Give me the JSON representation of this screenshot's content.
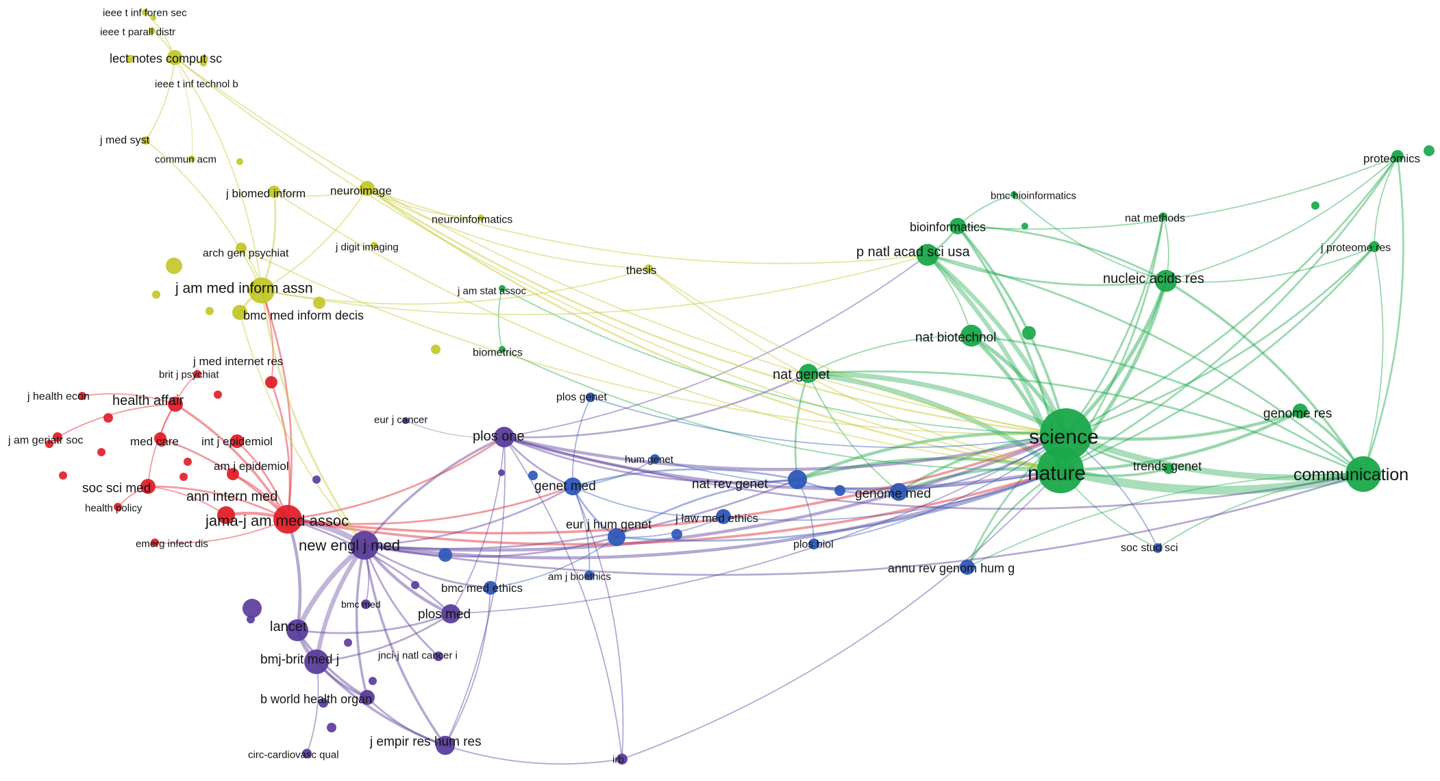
{
  "clusters": {
    "yellow": "#c3c72a",
    "green": "#1aa84a",
    "blue": "#2e57b8",
    "purple": "#5b3d9c",
    "red": "#e0202a"
  },
  "nodes": [
    {
      "id": "ieee-t-inf-foren-sec",
      "label": "ieee t inf foren sec",
      "cluster": "yellow",
      "size": 5
    },
    {
      "id": "ieee-t-parall-distr",
      "label": "ieee t parall distr",
      "cluster": "yellow",
      "size": 5
    },
    {
      "id": "lect-notes-comput-sc",
      "label": "lect notes comput sc",
      "cluster": "yellow",
      "size": 11
    },
    {
      "id": "ieee-t-inf-technol-b",
      "label": "ieee t inf technol b",
      "cluster": "yellow",
      "size": 5
    },
    {
      "id": "j-med-syst",
      "label": "j med syst",
      "cluster": "yellow",
      "size": 6
    },
    {
      "id": "commun-acm",
      "label": "commun acm",
      "cluster": "yellow",
      "size": 5
    },
    {
      "id": "j-biomed-inform",
      "label": "j biomed inform",
      "cluster": "yellow",
      "size": 9
    },
    {
      "id": "neuroimage",
      "label": "neuroimage",
      "cluster": "yellow",
      "size": 11
    },
    {
      "id": "neuroinformatics",
      "label": "neuroinformatics",
      "cluster": "yellow",
      "size": 5
    },
    {
      "id": "j-digit-imaging",
      "label": "j digit imaging",
      "cluster": "yellow",
      "size": 5
    },
    {
      "id": "arch-gen-psychiat",
      "label": "arch gen psychiat",
      "cluster": "yellow",
      "size": 8
    },
    {
      "id": "j-am-med-inform-assn",
      "label": "j am med inform assn",
      "cluster": "yellow",
      "size": 19
    },
    {
      "id": "bmc-med-inform-decis",
      "label": "bmc med inform decis",
      "cluster": "yellow",
      "size": 11
    },
    {
      "id": "thesis",
      "label": "thesis",
      "cluster": "yellow",
      "size": 6
    },
    {
      "id": "j-am-stat-assoc",
      "label": "j am stat assoc",
      "cluster": "green",
      "size": 5
    },
    {
      "id": "biometrics",
      "label": "biometrics",
      "cluster": "green",
      "size": 5
    },
    {
      "id": "proteomics",
      "label": "proteomics",
      "cluster": "green",
      "size": 9
    },
    {
      "id": "bmc-bioinformatics",
      "label": "bmc bioinformatics",
      "cluster": "green",
      "size": 5
    },
    {
      "id": "nat-methods",
      "label": "nat methods",
      "cluster": "green",
      "size": 6
    },
    {
      "id": "bioinformatics",
      "label": "bioinformatics",
      "cluster": "green",
      "size": 12
    },
    {
      "id": "p-natl-acad-sci-usa",
      "label": "p natl acad sci usa",
      "cluster": "green",
      "size": 16
    },
    {
      "id": "j-proteome-res",
      "label": "j proteome res",
      "cluster": "green",
      "size": 8
    },
    {
      "id": "nucleic-acids-res",
      "label": "nucleic acids res",
      "cluster": "green",
      "size": 16
    },
    {
      "id": "nat-biotechnol",
      "label": "nat biotechnol",
      "cluster": "green",
      "size": 16
    },
    {
      "id": "nat-genet",
      "label": "nat genet",
      "cluster": "green",
      "size": 14
    },
    {
      "id": "genome-res",
      "label": "genome res",
      "cluster": "green",
      "size": 11
    },
    {
      "id": "science",
      "label": "science",
      "cluster": "green",
      "size": 38
    },
    {
      "id": "nature",
      "label": "nature",
      "cluster": "green",
      "size": 34
    },
    {
      "id": "trends-genet",
      "label": "trends genet",
      "cluster": "green",
      "size": 8
    },
    {
      "id": "communication",
      "label": "communication",
      "cluster": "green",
      "size": 26
    },
    {
      "id": "plos-genet",
      "label": "plos genet",
      "cluster": "blue",
      "size": 7
    },
    {
      "id": "hum-genet",
      "label": "hum genet",
      "cluster": "blue",
      "size": 7
    },
    {
      "id": "genet-med",
      "label": "genet med",
      "cluster": "blue",
      "size": 13
    },
    {
      "id": "nat-rev-genet",
      "label": "nat rev genet",
      "cluster": "blue",
      "size": 14
    },
    {
      "id": "genome-med",
      "label": "genome med",
      "cluster": "blue",
      "size": 13
    },
    {
      "id": "eur-j-hum-genet",
      "label": "eur j hum genet",
      "cluster": "blue",
      "size": 13
    },
    {
      "id": "j-law-med-ethics",
      "label": "j law med ethics",
      "cluster": "blue",
      "size": 11
    },
    {
      "id": "plos-biol",
      "label": "plos biol",
      "cluster": "blue",
      "size": 8
    },
    {
      "id": "soc-stud-sci",
      "label": "soc stud sci",
      "cluster": "blue",
      "size": 7
    },
    {
      "id": "annu-rev-genom-hum-g",
      "label": "annu rev genom hum g",
      "cluster": "blue",
      "size": 11
    },
    {
      "id": "am-j-bioethics",
      "label": "am j bioethics",
      "cluster": "blue",
      "size": 7
    },
    {
      "id": "bmc-med-ethics",
      "label": "bmc med ethics",
      "cluster": "blue",
      "size": 10
    },
    {
      "id": "plos-one",
      "label": "plos one",
      "cluster": "purple",
      "size": 15
    },
    {
      "id": "eur-j-cancer",
      "label": "eur j cancer",
      "cluster": "purple",
      "size": 5
    },
    {
      "id": "new-engl-j-med",
      "label": "new engl j med",
      "cluster": "purple",
      "size": 21
    },
    {
      "id": "lancet",
      "label": "lancet",
      "cluster": "purple",
      "size": 16
    },
    {
      "id": "bmc-med",
      "label": "bmc med",
      "cluster": "purple",
      "size": 7
    },
    {
      "id": "plos-med",
      "label": "plos med",
      "cluster": "purple",
      "size": 14
    },
    {
      "id": "bmj-brit-med-j",
      "label": "bmj-brit med j",
      "cluster": "purple",
      "size": 18
    },
    {
      "id": "jnci-j-natl-cancer-i",
      "label": "jnci-j natl cancer i",
      "cluster": "purple",
      "size": 7
    },
    {
      "id": "b-world-health-organ",
      "label": "b world health organ",
      "cluster": "purple",
      "size": 11
    },
    {
      "id": "j-empir-res-hum-res",
      "label": "j empir res hum res",
      "cluster": "purple",
      "size": 14
    },
    {
      "id": "circ-cardiovasc-qual",
      "label": "circ-cardiovasc qual",
      "cluster": "purple",
      "size": 7
    },
    {
      "id": "irb",
      "label": "irb",
      "cluster": "purple",
      "size": 8
    },
    {
      "id": "j-med-internet-res",
      "label": "j med internet res",
      "cluster": "red",
      "size": 9
    },
    {
      "id": "brit-j-psychiat",
      "label": "brit j psychiat",
      "cluster": "red",
      "size": 6
    },
    {
      "id": "j-health-econ",
      "label": "j health econ",
      "cluster": "red",
      "size": 6
    },
    {
      "id": "health-affair",
      "label": "health affair",
      "cluster": "red",
      "size": 11
    },
    {
      "id": "j-am-geriatr-soc",
      "label": "j am geriatr soc",
      "cluster": "red",
      "size": 7
    },
    {
      "id": "med-care",
      "label": "med care",
      "cluster": "red",
      "size": 9
    },
    {
      "id": "int-j-epidemiol",
      "label": "int j epidemiol",
      "cluster": "red",
      "size": 10
    },
    {
      "id": "am-j-epidemiol",
      "label": "am j epidemiol",
      "cluster": "red",
      "size": 9
    },
    {
      "id": "soc-sci-med",
      "label": "soc sci med",
      "cluster": "red",
      "size": 11
    },
    {
      "id": "health-policy",
      "label": "health policy",
      "cluster": "red",
      "size": 6
    },
    {
      "id": "ann-intern-med",
      "label": "ann intern med",
      "cluster": "red",
      "size": 13
    },
    {
      "id": "jama-j-am-med-assoc",
      "label": "jama-j am med assoc",
      "cluster": "red",
      "size": 21
    },
    {
      "id": "emerg-infect-dis",
      "label": "emerg infect dis",
      "cluster": "red",
      "size": 6
    }
  ]
}
